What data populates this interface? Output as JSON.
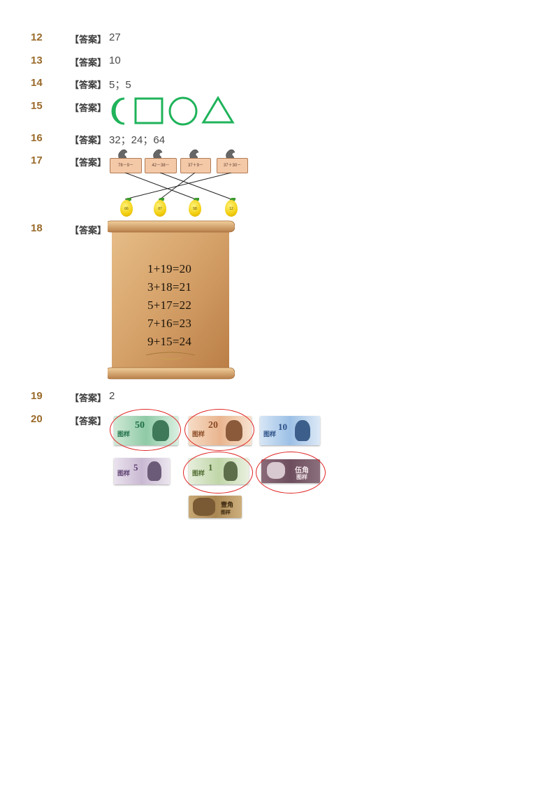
{
  "answer_tag": "【答案】",
  "items": [
    {
      "num": "12",
      "answer": "27"
    },
    {
      "num": "13",
      "answer": "10"
    },
    {
      "num": "14",
      "answer": "5；5"
    },
    {
      "num": "15",
      "shapes": [
        "moon-icon",
        "square-icon",
        "circle-icon",
        "triangle-icon"
      ]
    },
    {
      "num": "16",
      "answer": "32；24；64"
    },
    {
      "num": "17",
      "planks": [
        "78－9－",
        "42－38－",
        "37＋9－",
        "37＋30－"
      ],
      "lemons": [
        "66",
        "87",
        "58",
        "12"
      ]
    },
    {
      "num": "18",
      "equations": [
        "1+19=20",
        "3+18=21",
        "5+17=22",
        "7+16=23",
        "9+15=24"
      ]
    },
    {
      "num": "19",
      "answer": "2"
    },
    {
      "num": "20",
      "notes": [
        {
          "denom": "50",
          "sample": "图样",
          "circled": true
        },
        {
          "denom": "20",
          "sample": "图样",
          "circled": true
        },
        {
          "denom": "10",
          "sample": "图样",
          "circled": false
        },
        {
          "denom": "5",
          "sample": "图样",
          "circled": false
        },
        {
          "denom": "1",
          "sample": "图样",
          "circled": true
        },
        {
          "denom": "伍角",
          "sample": "图样",
          "circled": true
        },
        {
          "denom": "壹角",
          "sample": "图样",
          "circled": false
        }
      ]
    }
  ],
  "colors": {
    "number": "#9a6a2a",
    "shape_stroke": "#1fb35a",
    "circle_mark": "#e02424"
  }
}
